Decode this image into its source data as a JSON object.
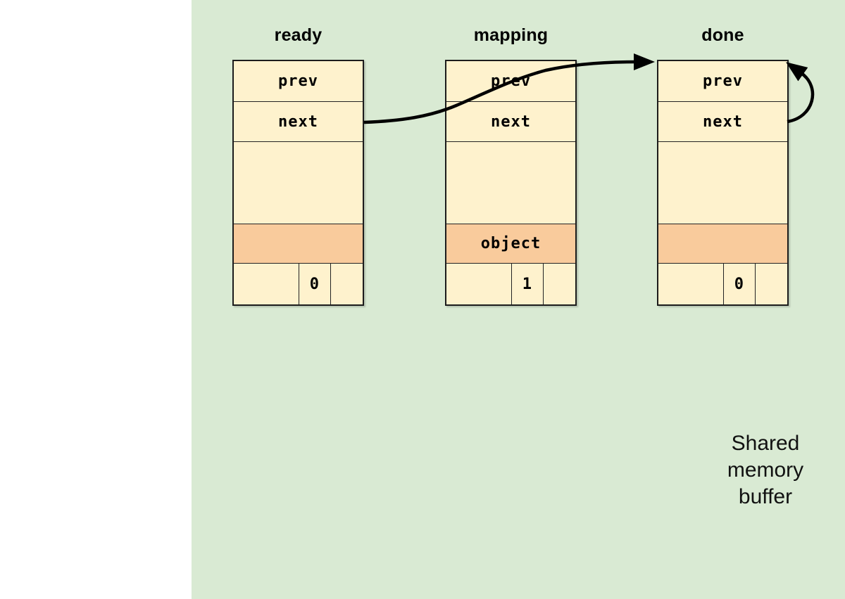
{
  "colors": {
    "canvas-green": "#d9ead3",
    "cell-cream": "#fef2cd",
    "highlight-orange": "#f9cb9c",
    "line": "#000000",
    "title-text": "#000000",
    "mono-text": "#000000",
    "caption-text": "#111111"
  },
  "lists": [
    {
      "title": "ready",
      "fields": {
        "prev": "prev",
        "next": "next"
      },
      "object_label": "",
      "ref_count": "0"
    },
    {
      "title": "mapping",
      "fields": {
        "prev": "prev",
        "next": "next"
      },
      "object_label": "object",
      "ref_count": "1"
    },
    {
      "title": "done",
      "fields": {
        "prev": "prev",
        "next": "next"
      },
      "object_label": "",
      "ref_count": "0"
    }
  ],
  "arrows": [
    {
      "name": "ready-next-to-done"
    },
    {
      "name": "done-next-self-loop"
    }
  ],
  "caption": {
    "lines": [
      "Shared",
      "memory",
      "buffer"
    ]
  }
}
